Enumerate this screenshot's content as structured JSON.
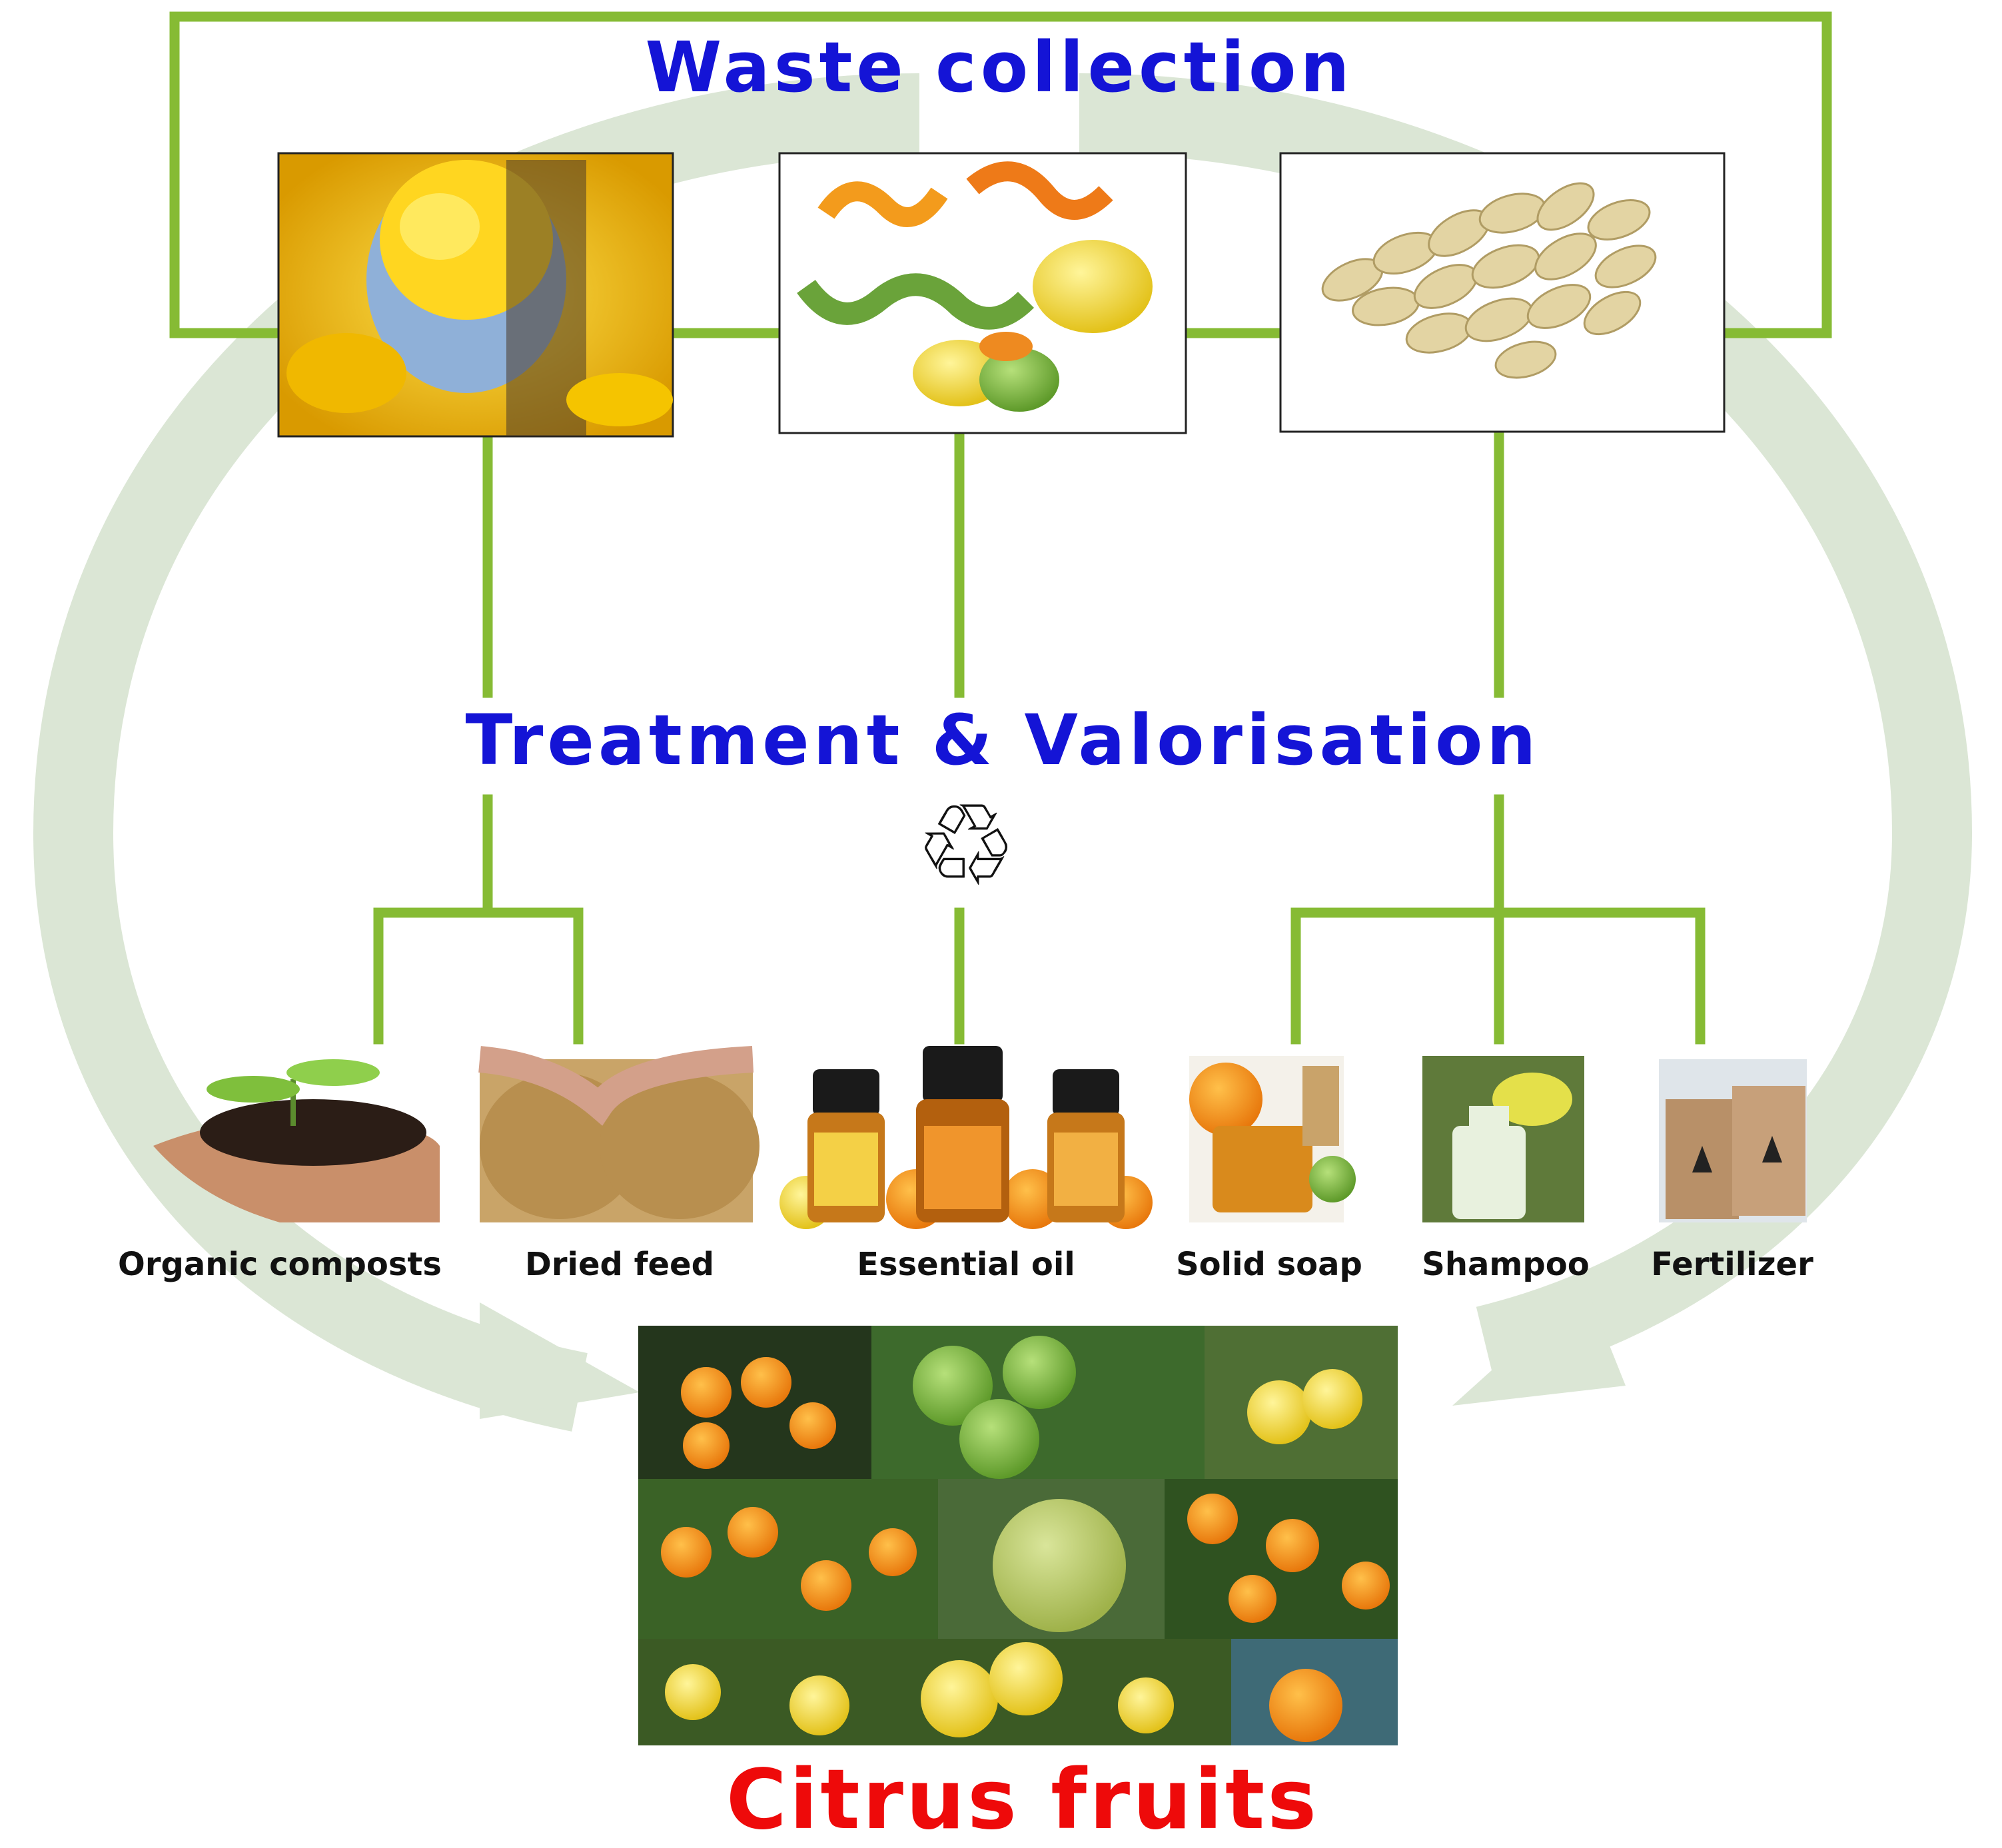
{
  "titles": {
    "waste_collection": "Waste collection",
    "treatment": "Treatment & Valorisation",
    "citrus_fruits": "Citrus fruits"
  },
  "icons": {
    "recycle": "recycle-icon"
  },
  "waste_items": [
    {
      "name": "citrus-pulp-image"
    },
    {
      "name": "citrus-peels-image"
    },
    {
      "name": "citrus-seeds-image"
    }
  ],
  "products": [
    {
      "label": "Organic composts"
    },
    {
      "label": "Dried feed"
    },
    {
      "label": "Essential oil"
    },
    {
      "label": "Solid soap"
    },
    {
      "label": "Shampoo"
    },
    {
      "label": "Fertilizer"
    }
  ],
  "colors": {
    "title_blue": "#1414d6",
    "citrus_red": "#ee0a0a",
    "connector_green": "#86bb34",
    "cycle_arrow": "#dbe6d5"
  }
}
